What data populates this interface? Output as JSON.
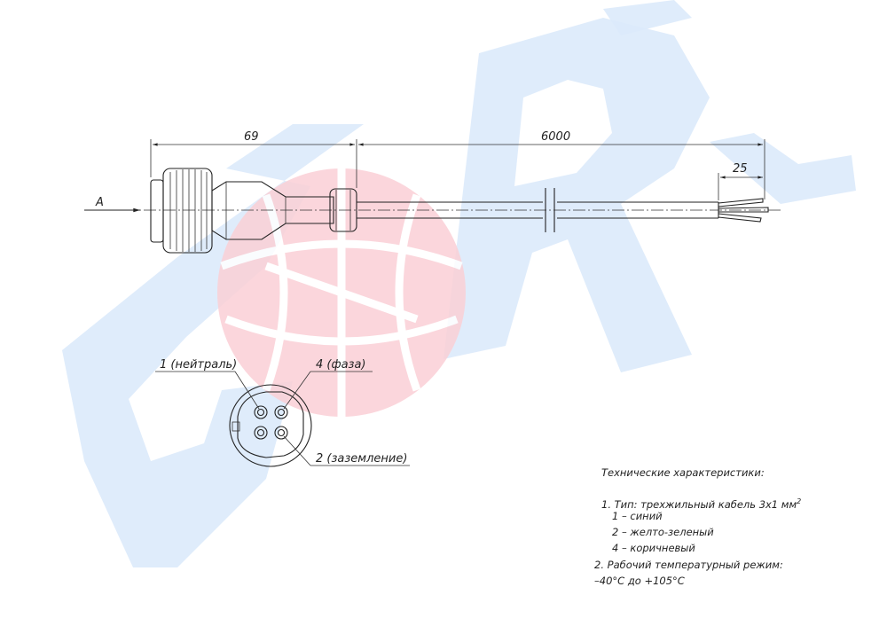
{
  "watermark": {
    "text": "SRL",
    "color_blue": "#dceafb",
    "color_red": "#fbd0d6"
  },
  "drawing": {
    "view_label": "A",
    "dimensions": {
      "connector_length": "69",
      "cable_length": "6000",
      "strip_length": "25"
    },
    "pins": {
      "pin1": "1 (нейтраль)",
      "pin4": "4 (фаза)",
      "pin2": "2 (заземление)"
    }
  },
  "specs": {
    "title": "Технические характеристики:",
    "line1": "1. Тип: трехжильный кабель 3х1 мм",
    "line1_sup": "2",
    "core1": "1 – синий",
    "core2": "2 – желто-зеленый",
    "core4": "4 – коричневый",
    "line2": "2. Рабочий температурный режим:",
    "temp": "–40°С до +105°С"
  }
}
